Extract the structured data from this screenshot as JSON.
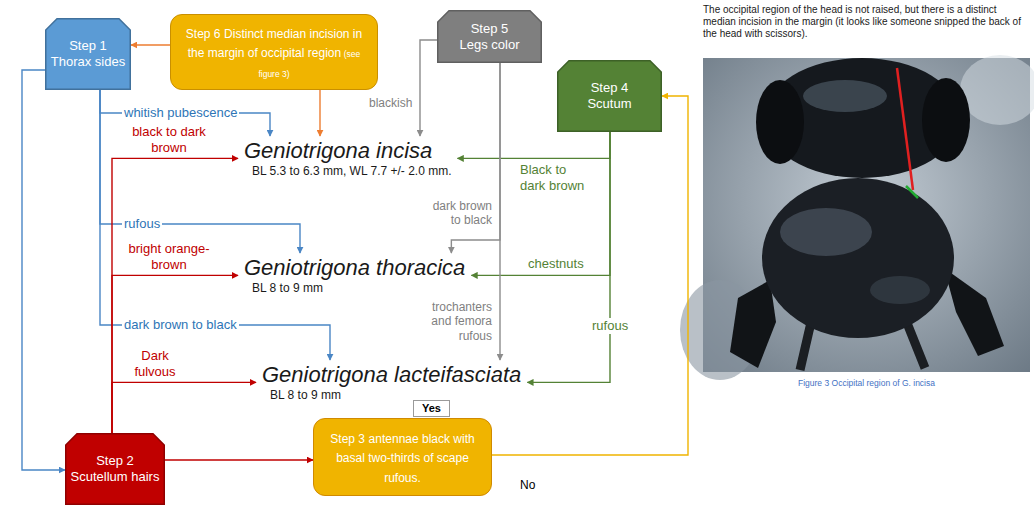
{
  "diagram": {
    "nodes": [
      {
        "text": [
          "Step 1",
          "Thorax sides"
        ]
      },
      {
        "text": [
          "Step 6",
          "Distinct median incision in the margin of occipital region",
          "(see figure 3)"
        ]
      },
      {
        "text": [
          "Step 5",
          "Legs color"
        ]
      },
      {
        "text": [
          "Step 4",
          "Scutum"
        ]
      },
      {
        "text": [
          "Geniotrigona incisa",
          "BL 5.3 to 6.3 mm, WL 7.7 +/- 2.0 mm."
        ]
      },
      {
        "text": [
          "Geniotrigona thoracica",
          "BL 8 to 9 mm"
        ]
      },
      {
        "text": [
          "Geniotrigona lacteifasciata",
          "BL 8 to 9 mm"
        ]
      },
      {
        "text": [
          "Step 2",
          "Scutellum hairs"
        ]
      },
      {
        "text": [
          "Step 3",
          "antennae black with basal two-thirds of scape rufous."
        ]
      }
    ],
    "edges": [
      {
        "from": 0,
        "to": 4,
        "arrow": "to",
        "label": "whitish pubescence"
      },
      {
        "from": 0,
        "to": 5,
        "arrow": "to",
        "label": "rufous"
      },
      {
        "from": 0,
        "to": 6,
        "arrow": "to",
        "label": "dark brown to black"
      },
      {
        "from": 0,
        "to": 7,
        "arrow": "to"
      },
      {
        "from": 7,
        "to": 4,
        "arrow": "to",
        "label": "black to dark brown"
      },
      {
        "from": 7,
        "to": 5,
        "arrow": "to",
        "label": "bright orange-brown"
      },
      {
        "from": 7,
        "to": 6,
        "arrow": "to",
        "label": "Dark fulvous"
      },
      {
        "from": 7,
        "to": 8,
        "arrow": "to"
      },
      {
        "from": 3,
        "to": 4,
        "arrow": "to",
        "label": "Black to dark brown"
      },
      {
        "from": 3,
        "to": 5,
        "arrow": "to",
        "label": "chestnuts"
      },
      {
        "from": 3,
        "to": 6,
        "arrow": "to",
        "label": "rufous"
      },
      {
        "from": 2,
        "to": 4,
        "arrow": "to",
        "label": "blackish"
      },
      {
        "from": 2,
        "to": 5,
        "arrow": "to",
        "label": "dark brown to black"
      },
      {
        "from": 2,
        "to": 6,
        "arrow": "to",
        "label": "trochanters and femora rufous"
      },
      {
        "from": 1,
        "to": 4,
        "arrow": "to"
      },
      {
        "from": 1,
        "to": 0,
        "arrow": "to"
      },
      {
        "from": 8,
        "to": 3,
        "arrow": "to"
      }
    ],
    "labels": [
      "The occipital region of the head is not raised, but there is a distinct median incision in the margin (it looks like someone snipped the back of the head with scissors).",
      "Figure 3 Occipital region of G. incisa",
      "Yes",
      "No"
    ]
  }
}
